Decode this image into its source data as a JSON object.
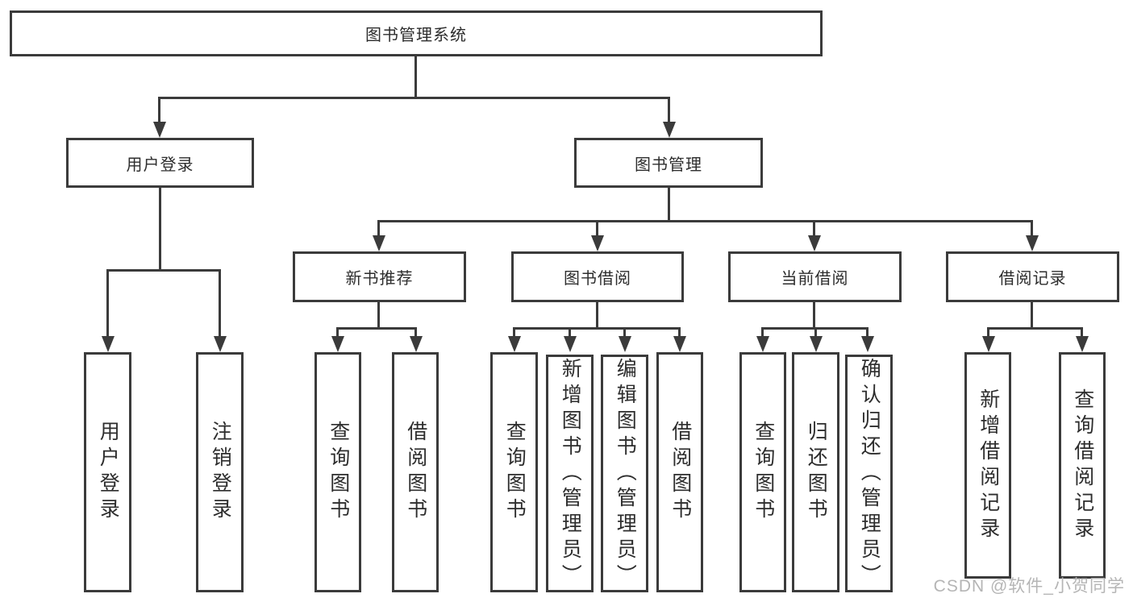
{
  "tree": {
    "root": "图书管理系统",
    "branch_user": {
      "label": "用户登录",
      "children": [
        "用户登录",
        "注销登录"
      ]
    },
    "branch_mgmt": {
      "label": "图书管理",
      "groups": [
        {
          "label": "新书推荐",
          "children": [
            "查询图书",
            "借阅图书"
          ]
        },
        {
          "label": "图书借阅",
          "children": [
            "查询图书",
            "新增图书（管理员）",
            "编辑图书（管理员）",
            "借阅图书"
          ]
        },
        {
          "label": "当前借阅",
          "children": [
            "查询图书",
            "归还图书",
            "确认归还（管理员）"
          ]
        },
        {
          "label": "借阅记录",
          "children": [
            "新增借阅记录",
            "查询借阅记录"
          ]
        }
      ]
    }
  },
  "watermark": "CSDN @软件_小贺同学",
  "colors": {
    "line": "#3b3b3b",
    "text": "#2d2d2d",
    "background": "#ffffff",
    "watermark": "#b5b5b5"
  }
}
